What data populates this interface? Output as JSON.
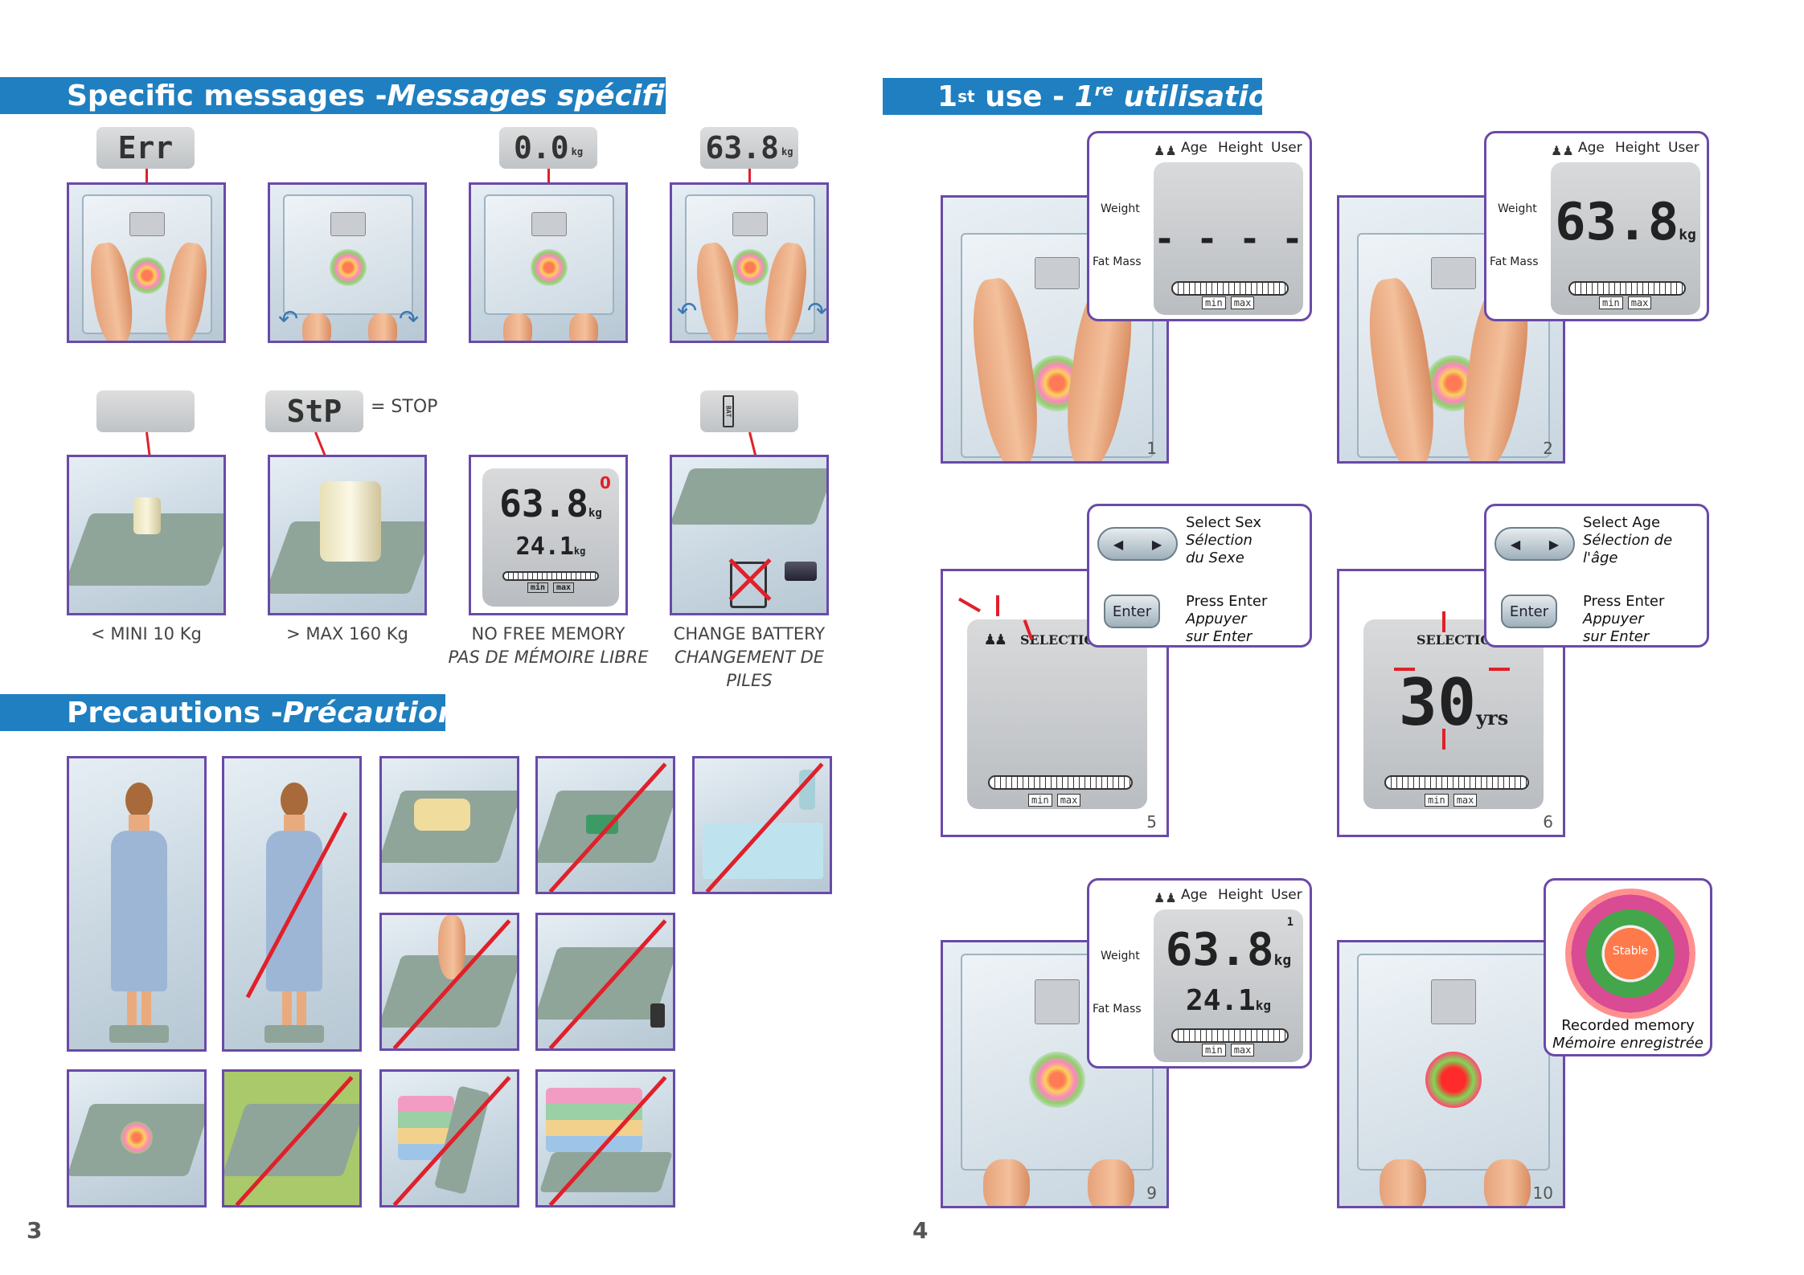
{
  "left": {
    "banner_messages_en": "Specific messages - ",
    "banner_messages_fr": "Messages spécifiques",
    "lcd_err": "Err",
    "lcd_zero": "0.0",
    "lcd_weight": "63.8",
    "lcd_stp": "StP",
    "stop_label": "= STOP",
    "lcd_bat": "BAT",
    "memory_weight": "63.8",
    "memory_fat": "24.1",
    "memory_unit": "kg",
    "memory_zero": "0",
    "memory_min": "min",
    "memory_max": "max",
    "caption_mini": "< MINI 10 Kg",
    "caption_max": "> MAX 160 Kg",
    "caption_memory_en": "NO FREE MEMORY",
    "caption_memory_fr": "PAS DE MÉMOIRE LIBRE",
    "caption_battery_en": "CHANGE BATTERY",
    "caption_battery_fr": "CHANGEMENT DE PILES",
    "banner_precautions_en": "Precautions - ",
    "banner_precautions_fr": "Précautions",
    "page_number": "3"
  },
  "right": {
    "banner_use_en": "1",
    "banner_use_en_sup": "st",
    "banner_use_mid": " use - ",
    "banner_use_fr": "1",
    "banner_use_fr_sup": "re",
    "banner_use_fr_tail": " utilisation",
    "hdr_age": "Age",
    "hdr_height": "Height",
    "hdr_user": "User",
    "lbl_weight": "Weight",
    "lbl_fatmass": "Fat Mass",
    "dashes": "- - - -",
    "weight_value": "63.8",
    "fat_value": "24.1",
    "unit_kg": "kg",
    "user_number": "1",
    "min": "min",
    "max": "max",
    "step1": "1",
    "step2": "2",
    "step5": "5",
    "step6": "6",
    "step9": "9",
    "step10": "10",
    "select_sex_en": "Select Sex",
    "select_sex_fr_1": "Sélection",
    "select_sex_fr_2": "du Sexe",
    "select_age_en": "Select Age",
    "select_age_fr_1": "Sélection de",
    "select_age_fr_2": "l'âge",
    "press_enter_en": "Press Enter",
    "press_enter_fr_1": "Appuyer",
    "press_enter_fr_2": "sur Enter",
    "enter_label": "Enter",
    "selection_label": "SELECTION",
    "age_value": "30",
    "age_unit": "yrs",
    "stable_label": "Stable",
    "recorded_en": "Recorded memory",
    "recorded_fr": "Mémoire enregistrée",
    "page_number": "4"
  },
  "colors": {
    "banner": "#1f7fc0",
    "frame": "#6a4aa8",
    "warning": "#e0202a"
  }
}
